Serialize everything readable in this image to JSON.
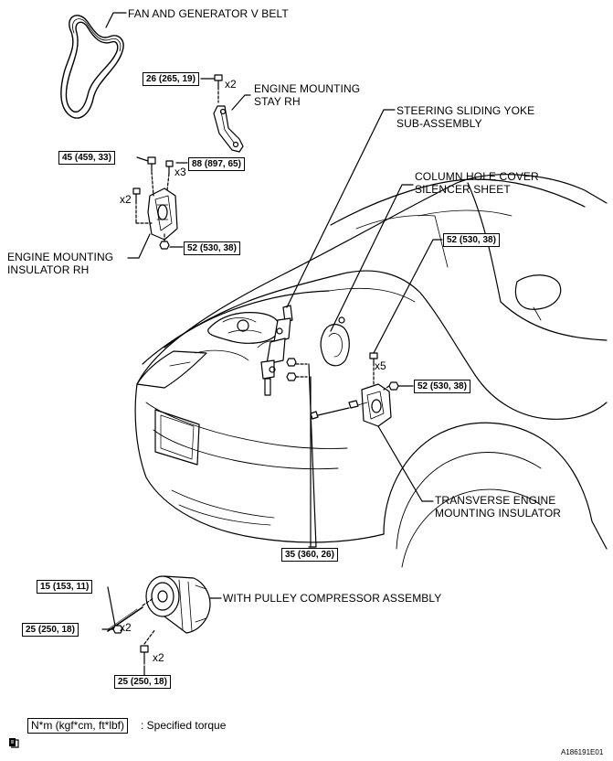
{
  "labels": {
    "fan_belt": "FAN AND GENERATOR V BELT",
    "stay_rh_1": "ENGINE MOUNTING",
    "stay_rh_2": "STAY RH",
    "yoke_1": "STEERING SLIDING YOKE",
    "yoke_2": "SUB-ASSEMBLY",
    "column_1": "COLUMN HOLE COVER",
    "column_2": "SILENCER SHEET",
    "insulator_rh_1": "ENGINE MOUNTING",
    "insulator_rh_2": "INSULATOR RH",
    "transverse_1": "TRANSVERSE ENGINE",
    "transverse_2": "MOUNTING INSULATOR",
    "compressor": "WITH PULLEY COMPRESSOR ASSEMBLY"
  },
  "torques": {
    "t_26": "26 (265, 19)",
    "t_45": "45 (459, 33)",
    "t_88": "88 (897, 65)",
    "t_52a": "52 (530, 38)",
    "t_52b": "52 (530, 38)",
    "t_52c": "52 (530, 38)",
    "t_35": "35 (360, 26)",
    "t_15": "15 (153, 11)",
    "t_25a": "25 (250, 18)",
    "t_25b": "25 (250, 18)"
  },
  "quantities": {
    "q_stay": "x2",
    "q_88": "x3",
    "q_45": "x2",
    "q_transverse": "x5",
    "q_15": "x2",
    "q_25b": "x2"
  },
  "legend": {
    "unit": "N*m (kgf*cm, ft*lbf)",
    "meaning": ": Specified torque"
  },
  "figure_code": "A186191E01"
}
